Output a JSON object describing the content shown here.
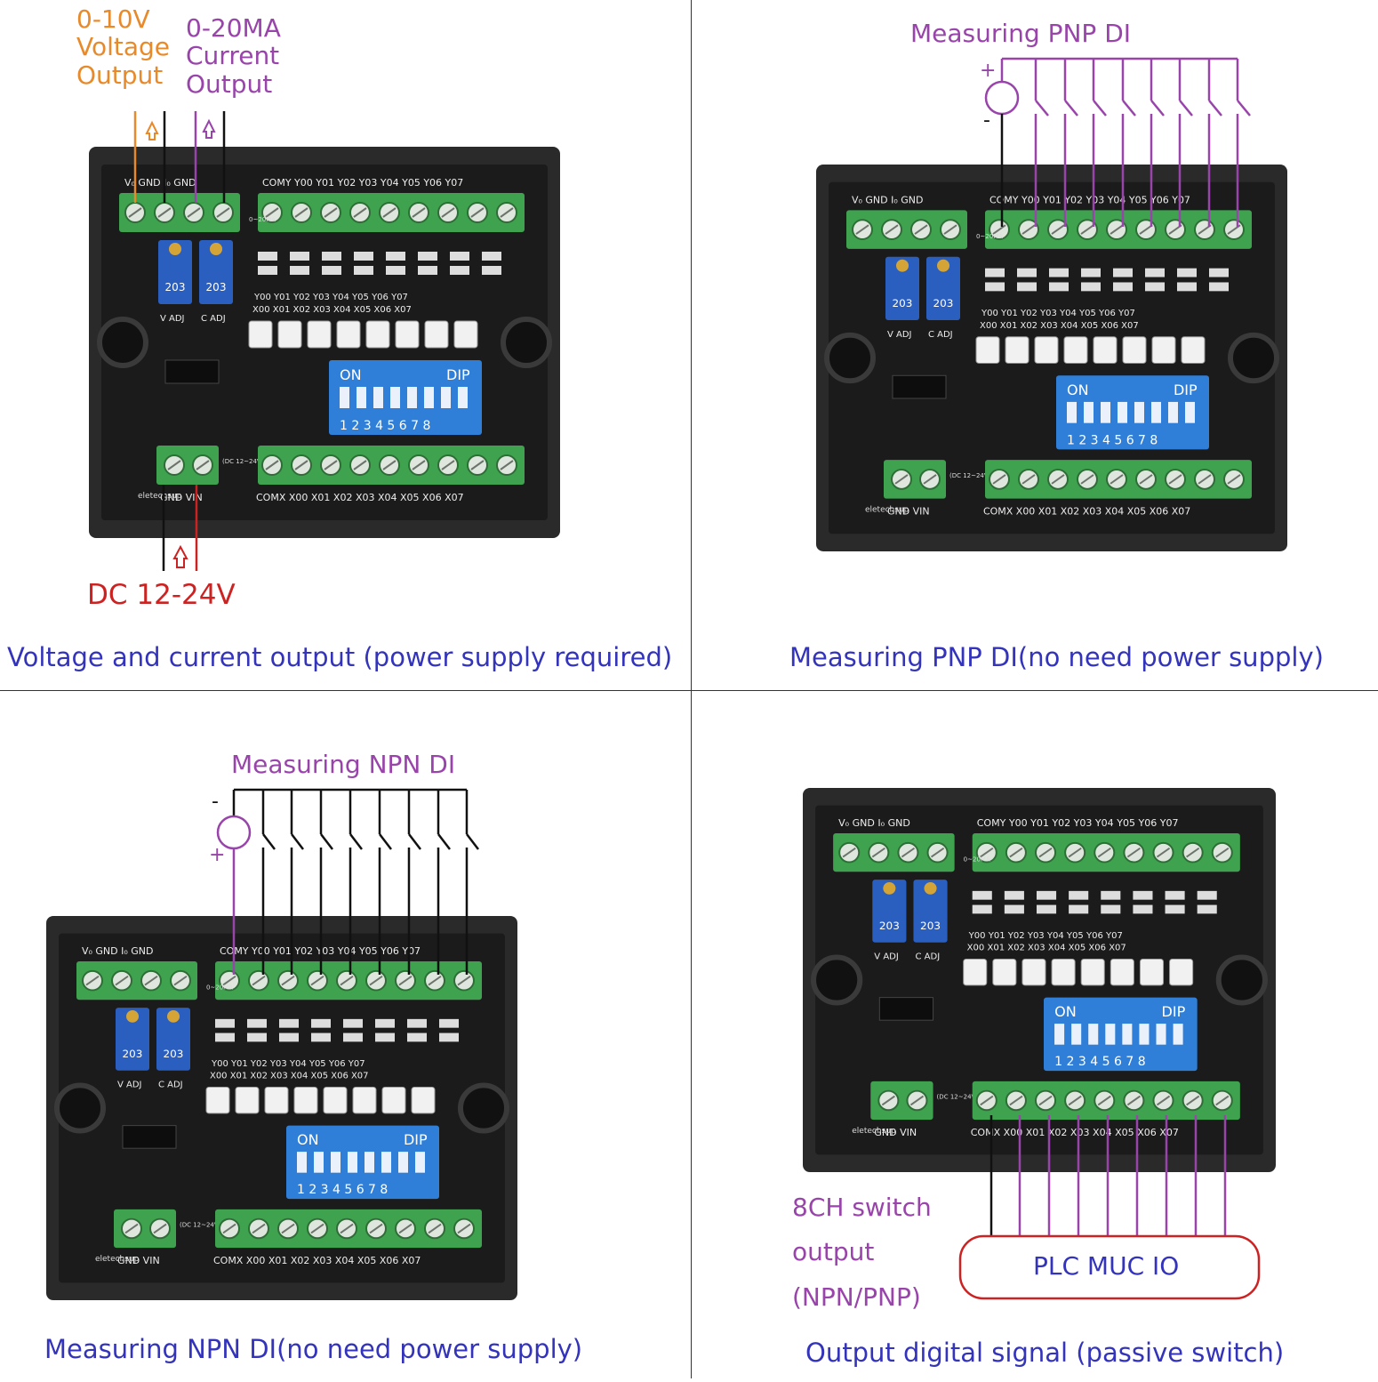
{
  "colors": {
    "orange": "#e88a2a",
    "purple": "#9944aa",
    "red": "#cc2222",
    "blue_text": "#3333bb",
    "board": "#1b1b1b",
    "terminal_green": "#3ea24f",
    "dip_blue": "#2f7fd8",
    "pot_blue": "#2a5fc0"
  },
  "board_labels": {
    "top_terminals_left": "V₀ GND I₀ GND",
    "top_terminals_right": "COMY Y00 Y01 Y02 Y03 Y04 Y05 Y06 Y07",
    "bottom_terminals": "COMX X00 X01 X02 X03 X04 X05 X06 X07",
    "led_row_y": "Y00  Y01  Y02  Y03  Y04  Y05  Y06  Y07",
    "led_row_x": "X00  X01  X02  X03  X04  X05  X06  X07",
    "dip_on": "ON",
    "dip_label": "DIP",
    "dip_numbers": "1 2 3 4 5 6 7 8",
    "pot_value": "203",
    "v_adj": "V ADJ",
    "c_adj": "C ADJ",
    "power_label": "GND  VIN",
    "brand": "eletechsup",
    "dc_range": "(DC 12~24V)",
    "ma_range": "0~20MA"
  },
  "panels": {
    "top_left": {
      "voltage_label": "0-10V\nVoltage\nOutput",
      "current_label": "0-20MA\nCurrent\nOutput",
      "dc_label": "DC 12-24V",
      "caption": "Voltage and current output (power supply required)"
    },
    "top_right": {
      "title": "Measuring PNP DI",
      "plus": "+",
      "minus": "-",
      "caption": "Measuring PNP DI(no need  power supply)"
    },
    "bottom_left": {
      "title": "Measuring NPN DI",
      "plus": "+",
      "minus": "-",
      "caption": "Measuring NPN DI(no need  power supply)"
    },
    "bottom_right": {
      "switch_label": "8CH switch\noutput\n(NPN/PNP)",
      "plc_label": "PLC MUC IO",
      "caption": "Output digital signal (passive switch)"
    }
  }
}
